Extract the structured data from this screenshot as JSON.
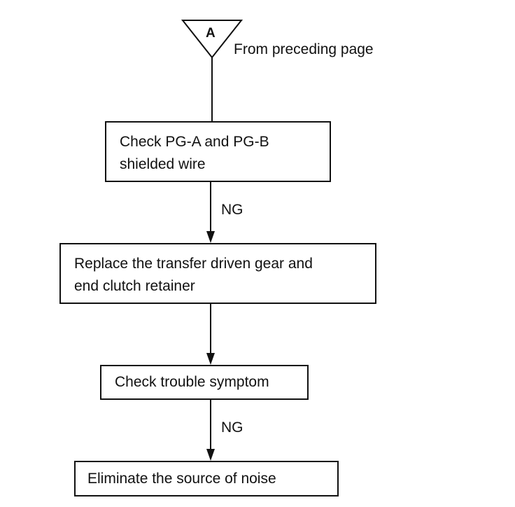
{
  "connector": {
    "letter": "A",
    "note": "From preceding page"
  },
  "steps": [
    {
      "lines": [
        "Check PG-A and PG-B",
        "shielded wire"
      ]
    },
    {
      "lines": [
        "Replace the transfer driven gear and",
        "end clutch retainer"
      ]
    },
    {
      "lines": [
        "Check trouble symptom"
      ]
    },
    {
      "lines": [
        "Eliminate the source of noise"
      ]
    }
  ],
  "edges": [
    {
      "label": ""
    },
    {
      "label": "NG"
    },
    {
      "label": ""
    },
    {
      "label": "NG"
    }
  ]
}
